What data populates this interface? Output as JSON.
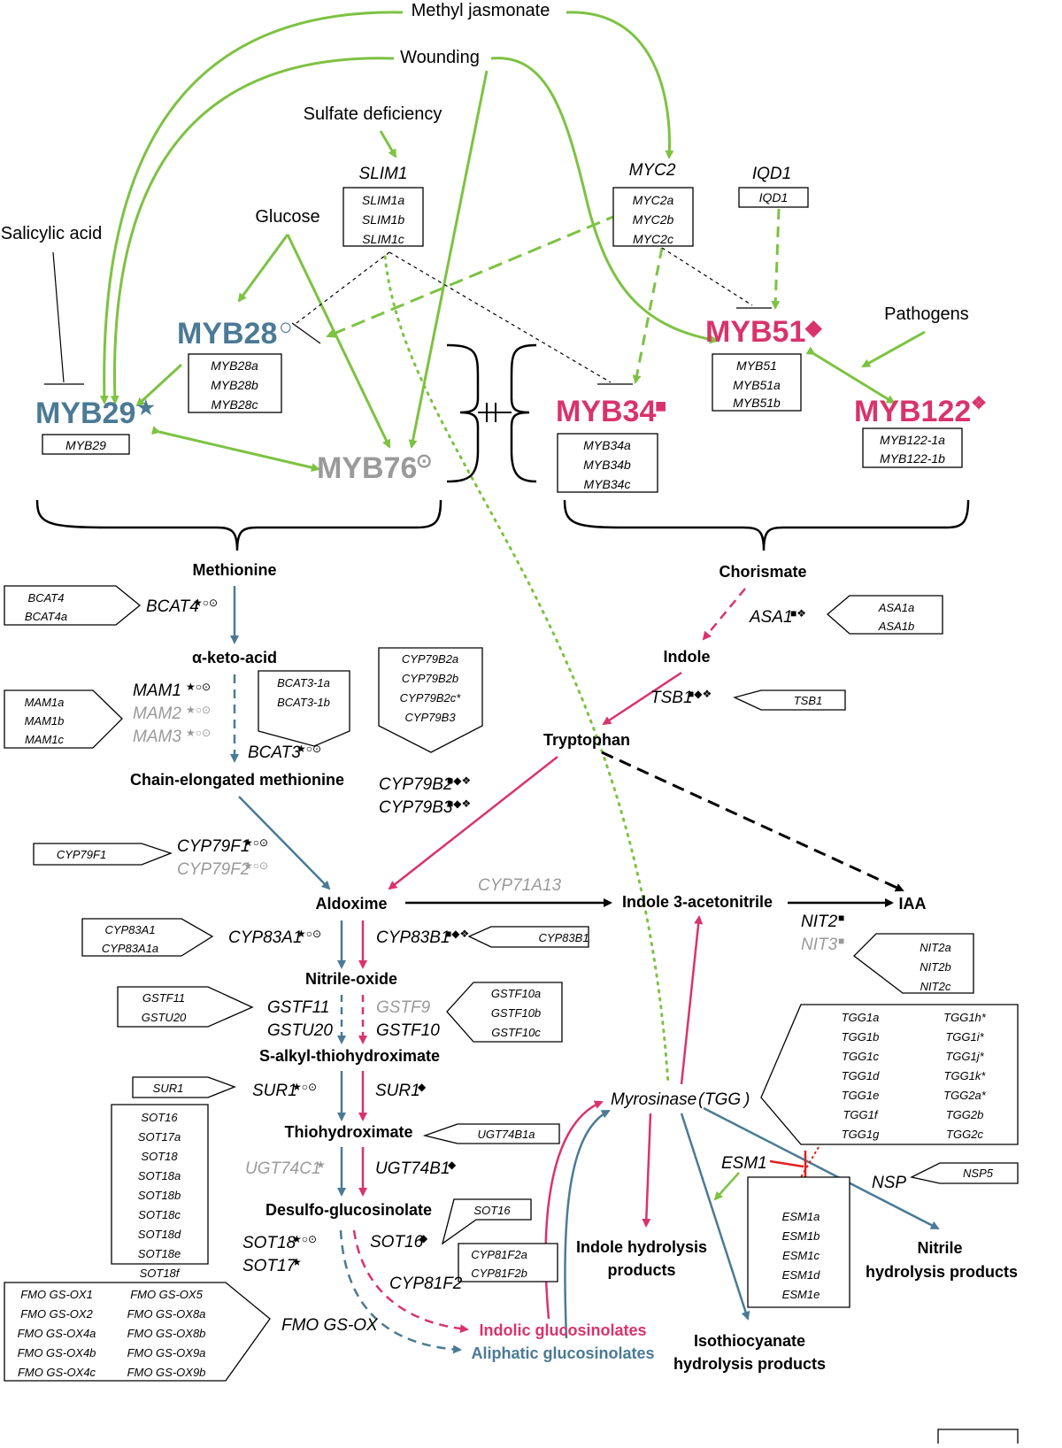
{
  "colors": {
    "green": "#7dc242",
    "blue": "#4a7a95",
    "pink": "#d9336b",
    "gray": "#9a9a9a",
    "black": "#000000",
    "red": "#e02020"
  },
  "icons": {
    "star": "★",
    "circle": "○",
    "dotted_circle": "⊙",
    "square": "■",
    "diamond": "◆",
    "four_diamonds": "❖",
    "star_circle_dot": "★○⊙",
    "circle_dot": "○⊙",
    "square_diamond_four": "■◆❖",
    "square_four": "■❖"
  },
  "signals": {
    "methyl_jasmonate": "Methyl jasmonate",
    "wounding": "Wounding",
    "sulfate_deficiency": "Sulfate deficiency",
    "salicylic_acid": "Salicylic acid",
    "glucose": "Glucose",
    "pathogens": "Pathogens"
  },
  "regulators": {
    "slim1": {
      "title": "SLIM1",
      "genes": [
        "SLIM1a",
        "SLIM1b",
        "SLIM1c"
      ]
    },
    "myc2": {
      "title": "MYC2",
      "genes": [
        "MYC2a",
        "MYC2b",
        "MYC2c"
      ]
    },
    "iqd1": {
      "title": "IQD1",
      "genes": [
        "IQD1"
      ]
    }
  },
  "mybs": {
    "myb28": {
      "name": "MYB28",
      "mark": "○",
      "genes": [
        "MYB28a",
        "MYB28b",
        "MYB28c"
      ]
    },
    "myb29": {
      "name": "MYB29",
      "mark": "★",
      "genes": [
        "MYB29"
      ]
    },
    "myb76": {
      "name": "MYB76",
      "mark": "⊙"
    },
    "myb34": {
      "name": "MYB34",
      "mark": "■",
      "genes": [
        "MYB34a",
        "MYB34b",
        "MYB34c"
      ]
    },
    "myb51": {
      "name": "MYB51",
      "mark": "◆",
      "genes": [
        "MYB51",
        "MYB51a",
        "MYB51b"
      ]
    },
    "myb122": {
      "name": "MYB122",
      "mark": "❖",
      "genes": [
        "MYB122-1a",
        "MYB122-1b"
      ]
    }
  },
  "metabolites": {
    "methionine": "Methionine",
    "keto_acid": "α-keto-acid",
    "chain_methionine": "Chain-elongated methionine",
    "chorismate": "Chorismate",
    "indole": "Indole",
    "tryptophan": "Tryptophan",
    "aldoxime": "Aldoxime",
    "indole_acetonitrile": "Indole 3-acetonitrile",
    "iaa": "IAA",
    "nitrile_oxide": "Nitrile-oxide",
    "s_alkyl": "S-alkyl-thiohydroximate",
    "thiohydroximate": "Thiohydroximate",
    "desulfo": "Desulfo-glucosinolate",
    "indolic_gsl": "Indolic glucosinolates",
    "aliphatic_gsl": "Aliphatic glucosinolates",
    "myrosinase": "Myrosinase",
    "tgg_paren": "TGG",
    "indole_hydrolysis_1": "Indole hydrolysis",
    "indole_hydrolysis_2": "products",
    "nitrile_hydrolysis_1": "Nitrile",
    "nitrile_hydrolysis_2": "hydrolysis products",
    "isothiocyanate_1": "Isothiocyanate",
    "isothiocyanate_2": "hydrolysis products"
  },
  "enzymes": {
    "bcat4": "BCAT4",
    "mam1": "MAM1",
    "mam2": "MAM2",
    "mam3": "MAM3",
    "bcat3": "BCAT3",
    "asa1": "ASA1",
    "tsb1": "TSB1",
    "cyp79b2": "CYP79B2",
    "cyp79b3": "CYP79B3",
    "cyp79f1": "CYP79F1",
    "cyp79f2": "CYP79F2",
    "cyp71a13": "CYP71A13",
    "nit2": "NIT2",
    "nit3": "NIT3",
    "cyp83a1": "CYP83A1",
    "cyp83b1": "CYP83B1",
    "gstf11": "GSTF11",
    "gstu20": "GSTU20",
    "gstf9": "GSTF9",
    "gstf10": "GSTF10",
    "sur1_a": "SUR1",
    "sur1_b": "SUR1",
    "ugt74c1": "UGT74C1",
    "ugt74b1": "UGT74B1",
    "sot18": "SOT18",
    "sot17": "SOT17",
    "sot16": "SOT16",
    "cyp81f2": "CYP81F2",
    "fmo": "FMO GS-OX",
    "esm1": "ESM1",
    "nsp": "NSP"
  },
  "gene_boxes": {
    "bcat4": [
      "BCAT4",
      "BCAT4a"
    ],
    "mam": [
      "MAM1a",
      "MAM1b",
      "MAM1c"
    ],
    "bcat3": [
      "BCAT3-1a",
      "BCAT3-1b"
    ],
    "cyp79b": [
      "CYP79B2a",
      "CYP79B2b",
      "CYP79B2c*",
      "CYP79B3"
    ],
    "asa1": [
      "ASA1a",
      "ASA1b"
    ],
    "tsb1": [
      "TSB1"
    ],
    "cyp79f1": [
      "CYP79F1"
    ],
    "nit2": [
      "NIT2a",
      "NIT2b",
      "NIT2c"
    ],
    "cyp83a1": [
      "CYP83A1",
      "CYP83A1a"
    ],
    "cyp83b1": [
      "CYP83B1"
    ],
    "gstf11": [
      "GSTF11",
      "GSTU20"
    ],
    "gstf10": [
      "GSTF10a",
      "GSTF10b",
      "GSTF10c"
    ],
    "sur1": [
      "SUR1"
    ],
    "sot": [
      "SOT16",
      "SOT17a",
      "SOT18",
      "SOT18a",
      "SOT18b",
      "SOT18c",
      "SOT18d",
      "SOT18e",
      "SOT18f"
    ],
    "ugt74b1": [
      "UGT74B1a"
    ],
    "sot16": [
      "SOT16"
    ],
    "cyp81f2": [
      "CYP81F2a",
      "CYP81F2b"
    ],
    "fmo_left": [
      "FMO GS-OX1",
      "FMO GS-OX2",
      "FMO GS-OX4a",
      "FMO GS-OX4b",
      "FMO GS-OX4c"
    ],
    "fmo_right": [
      "FMO GS-OX5",
      "FMO GS-OX8a",
      "FMO GS-OX8b",
      "FMO GS-OX9a",
      "FMO GS-OX9b"
    ],
    "tgg_left": [
      "TGG1a",
      "TGG1b",
      "TGG1c",
      "TGG1d",
      "TGG1e",
      "TGG1f",
      "TGG1g"
    ],
    "tgg_right": [
      "TGG1h*",
      "TGG1i*",
      "TGG1j*",
      "TGG1k*",
      "TGG2a*",
      "TGG2b",
      "TGG2c"
    ],
    "esm1": [
      "ESM1a",
      "ESM1b",
      "ESM1c",
      "ESM1d",
      "ESM1e"
    ],
    "nsp5": [
      "NSP5"
    ]
  }
}
